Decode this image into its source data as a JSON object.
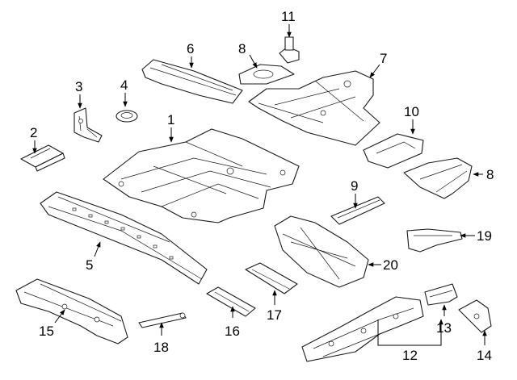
{
  "diagram": {
    "callouts": [
      {
        "key": "1",
        "label": "1"
      },
      {
        "key": "2",
        "label": "2"
      },
      {
        "key": "3",
        "label": "3"
      },
      {
        "key": "4",
        "label": "4"
      },
      {
        "key": "5",
        "label": "5"
      },
      {
        "key": "6",
        "label": "6"
      },
      {
        "key": "7",
        "label": "7"
      },
      {
        "key": "8a",
        "label": "8"
      },
      {
        "key": "8b",
        "label": "8"
      },
      {
        "key": "9",
        "label": "9"
      },
      {
        "key": "10",
        "label": "10"
      },
      {
        "key": "11",
        "label": "11"
      },
      {
        "key": "12",
        "label": "12"
      },
      {
        "key": "13",
        "label": "13"
      },
      {
        "key": "14",
        "label": "14"
      },
      {
        "key": "15",
        "label": "15"
      },
      {
        "key": "16",
        "label": "16"
      },
      {
        "key": "17",
        "label": "17"
      },
      {
        "key": "18",
        "label": "18"
      },
      {
        "key": "19",
        "label": "19"
      },
      {
        "key": "20",
        "label": "20"
      }
    ]
  }
}
